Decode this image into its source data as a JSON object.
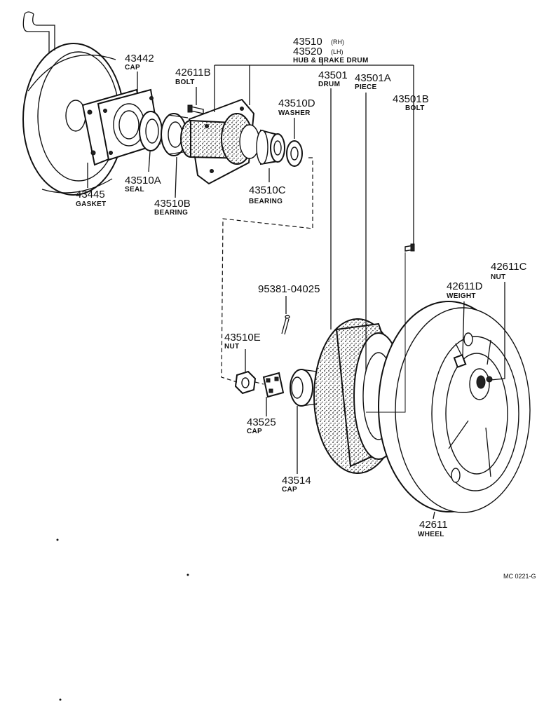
{
  "figure_code": "MC 0221-G",
  "callouts": {
    "hub_drum": {
      "rh_number": "43510",
      "rh_tag": "(RH)",
      "lh_number": "43520",
      "lh_tag": "(LH)",
      "desc": "HUB & BRAKE DRUM"
    },
    "cap_43442": {
      "number": "43442",
      "desc": "CAP"
    },
    "bolt_42611B": {
      "number": "42611B",
      "desc": "BOLT"
    },
    "drum_43501": {
      "number": "43501",
      "desc": "DRUM"
    },
    "piece_43501A": {
      "number": "43501A",
      "desc": "PIECE"
    },
    "bolt_43501B": {
      "number": "43501B",
      "desc": "BOLT"
    },
    "washer_43510D": {
      "number": "43510D",
      "desc": "WASHER"
    },
    "seal_43510A": {
      "number": "43510A",
      "desc": "SEAL"
    },
    "gasket_43445": {
      "number": "43445",
      "desc": "GASKET"
    },
    "bearing_43510B": {
      "number": "43510B",
      "desc": "BEARING"
    },
    "bearing_43510C": {
      "number": "43510C",
      "desc": "BEARING"
    },
    "pin_95381": {
      "number": "95381-04025"
    },
    "nut_42611C": {
      "number": "42611C",
      "desc": "NUT"
    },
    "weight_42611D": {
      "number": "42611D",
      "desc": "WEIGHT"
    },
    "nut_43510E": {
      "number": "43510E",
      "desc": "NUT"
    },
    "cap_43525": {
      "number": "43525",
      "desc": "CAP"
    },
    "cap_43514": {
      "number": "43514",
      "desc": "CAP"
    },
    "wheel_42611": {
      "number": "42611",
      "desc": "WHEEL"
    }
  }
}
